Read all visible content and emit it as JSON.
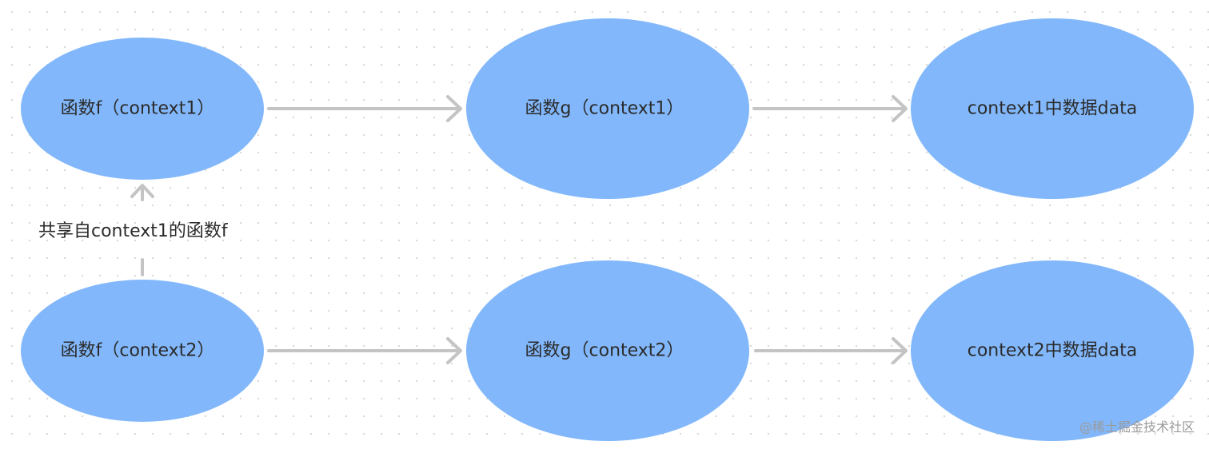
{
  "colors": {
    "node_fill": "#82b8fb",
    "arrow": "#c4c4c4",
    "text": "#2b2b2b",
    "grid_dot": "#d9d9d9"
  },
  "nodes": [
    {
      "label": "函数f（context1）"
    },
    {
      "label": "函数g（context1）"
    },
    {
      "label": "context1中数据data"
    },
    {
      "label": "函数f（context2）"
    },
    {
      "label": "函数g（context2）"
    },
    {
      "label": "context2中数据data"
    }
  ],
  "edges": [
    {
      "from": 0,
      "to": 1
    },
    {
      "from": 1,
      "to": 2
    },
    {
      "from": 3,
      "to": 4
    },
    {
      "from": 4,
      "to": 5
    },
    {
      "from": 3,
      "to": 0,
      "label": "共享自context1的函数f"
    }
  ],
  "watermark": "@稀土掘金技术社区"
}
